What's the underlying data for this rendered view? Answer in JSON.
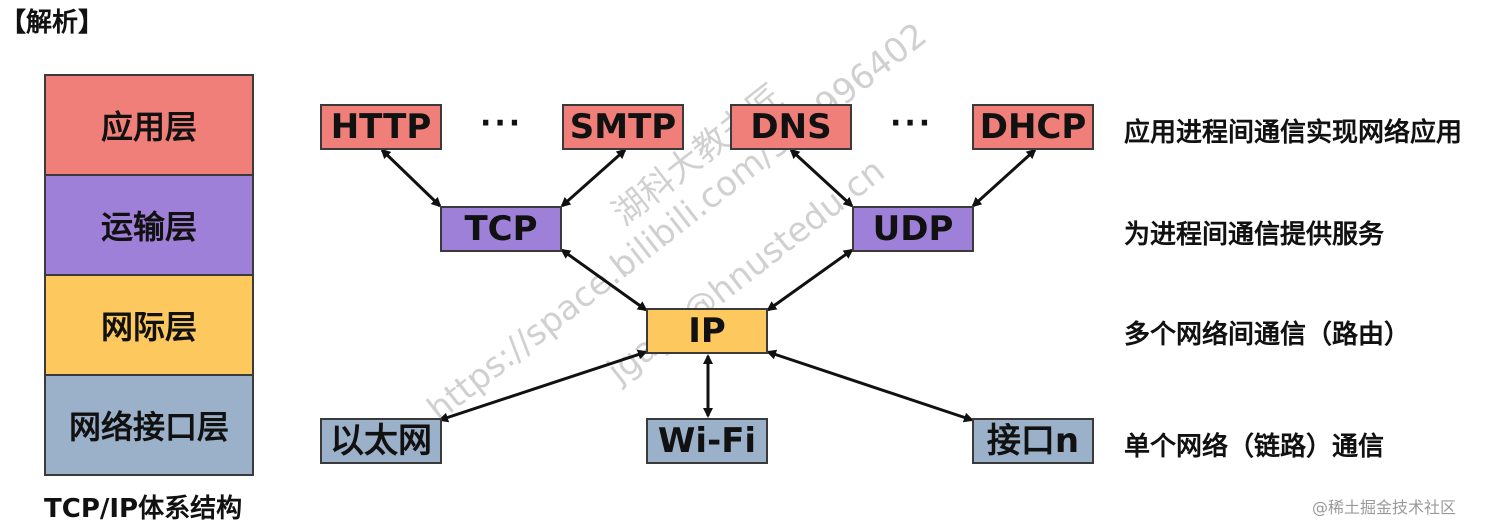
{
  "heading": "【解析】",
  "stack": {
    "layers": [
      "应用层",
      "运输层",
      "网际层",
      "网络接口层"
    ],
    "caption": "TCP/IP体系结构"
  },
  "nodes": {
    "http": "HTTP",
    "ellipsis1": "···",
    "smtp": "SMTP",
    "dns": "DNS",
    "ellipsis2": "···",
    "dhcp": "DHCP",
    "tcp": "TCP",
    "udp": "UDP",
    "ip": "IP",
    "ethernet": "以太网",
    "wifi": "Wi-Fi",
    "iface_n": "接口n"
  },
  "descriptions": [
    "应用进程间通信实现网络应用",
    "为进程间通信提供服务",
    "多个网络间通信（路由）",
    "单个网络（链路）通信"
  ],
  "watermarks": {
    "line1": "https://space.bilibili.com/360996402",
    "line2": "jgap1@hnustedu.cn",
    "line3": "湖科大教书匠",
    "site": "@稀土掘金技术社区"
  },
  "colors": {
    "application": "#f07f7a",
    "transport": "#9f80d8",
    "internet": "#fdc95e",
    "link": "#9bb0c9"
  }
}
